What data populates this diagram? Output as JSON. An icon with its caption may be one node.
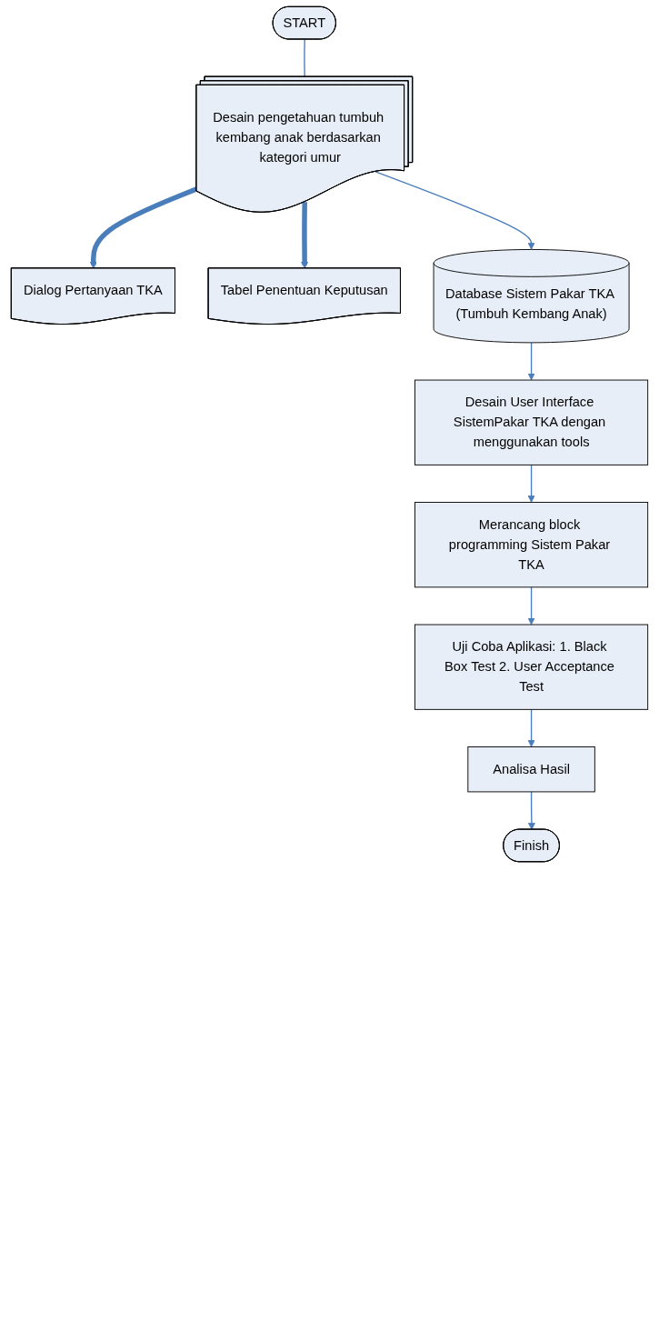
{
  "diagram": {
    "nodes": [
      {
        "text": [
          "START"
        ]
      },
      {
        "text": [
          "Desain pengetahuan tumbuh kembang anak berdasarkan kategori umur"
        ]
      },
      {
        "text": [
          "Dialog Pertanyaan TKA"
        ]
      },
      {
        "text": [
          "Tabel Penentuan Keputusan"
        ]
      },
      {
        "text": [
          "Database Sistem Pakar TKA (Tumbuh Kembang Anak)"
        ]
      },
      {
        "text": [
          "Desain User Interface SistemPakar TKA dengan menggunakan tools"
        ]
      },
      {
        "text": [
          "Merancang block programming Sistem Pakar TKA"
        ]
      },
      {
        "text": [
          "Uji Coba Aplikasi: 1. Black Box Test 2. User Acceptance Test"
        ]
      },
      {
        "text": [
          "Analisa Hasil"
        ]
      },
      {
        "text": [
          "Finish"
        ]
      }
    ],
    "edges": [
      {
        "from": 0,
        "to": 1,
        "arrow": "none"
      },
      {
        "from": 1,
        "to": 2,
        "arrow": "to",
        "style": "thick"
      },
      {
        "from": 1,
        "to": 3,
        "arrow": "to",
        "style": "thick"
      },
      {
        "from": 1,
        "to": 4,
        "arrow": "to"
      },
      {
        "from": 4,
        "to": 5,
        "arrow": "to"
      },
      {
        "from": 5,
        "to": 6,
        "arrow": "to"
      },
      {
        "from": 6,
        "to": 7,
        "arrow": "to"
      },
      {
        "from": 7,
        "to": 8,
        "arrow": "to"
      },
      {
        "from": 8,
        "to": 9,
        "arrow": "to"
      }
    ]
  }
}
